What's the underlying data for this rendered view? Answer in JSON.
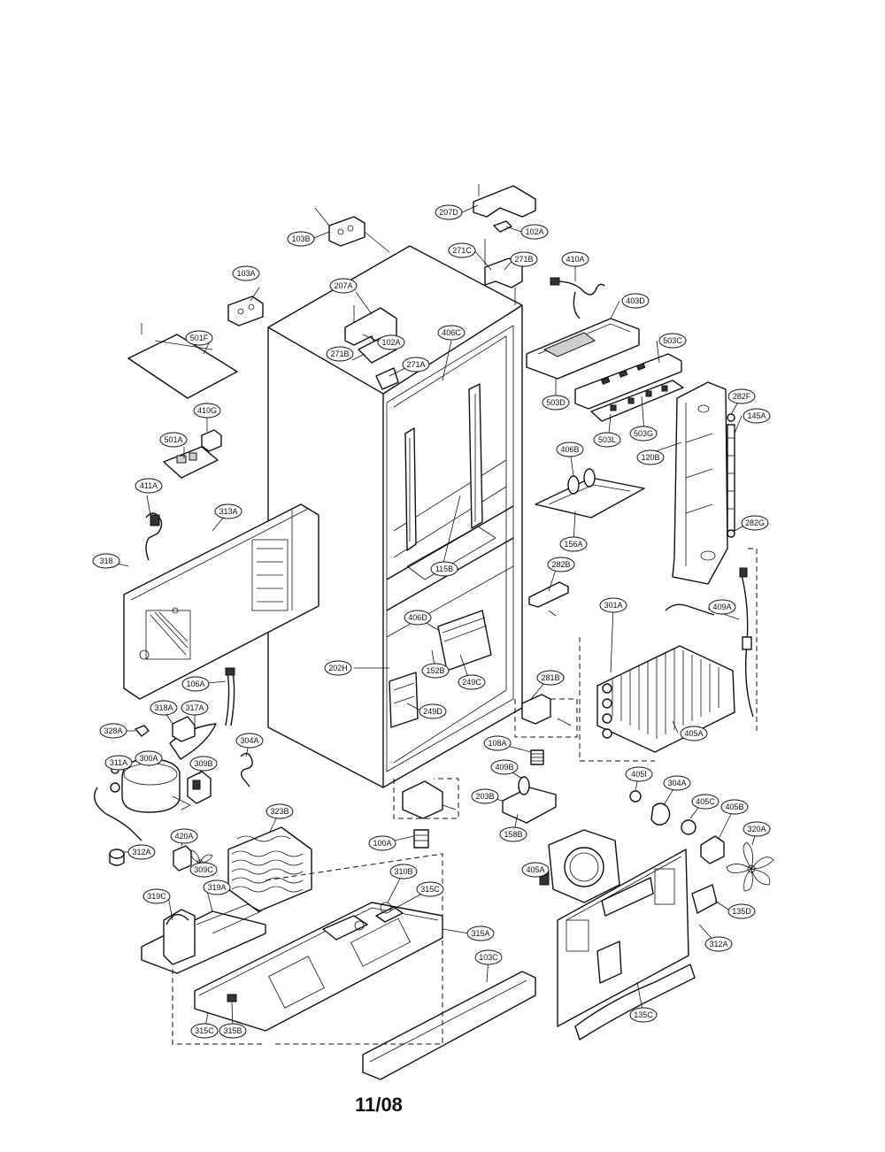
{
  "page_number": "11/08",
  "callouts": [
    {
      "id": "207D",
      "label": "207D"
    },
    {
      "id": "103B",
      "label": "103B"
    },
    {
      "id": "102A",
      "label": "102A"
    },
    {
      "id": "271C",
      "label": "271C"
    },
    {
      "id": "271B-top",
      "label": "271B"
    },
    {
      "id": "410A",
      "label": "410A"
    },
    {
      "id": "103A",
      "label": "103A"
    },
    {
      "id": "207A",
      "label": "207A"
    },
    {
      "id": "403D",
      "label": "403D"
    },
    {
      "id": "102A-b",
      "label": "102A"
    },
    {
      "id": "271B",
      "label": "271B"
    },
    {
      "id": "271A",
      "label": "271A"
    },
    {
      "id": "406C",
      "label": "406C"
    },
    {
      "id": "501F",
      "label": "501F"
    },
    {
      "id": "503C",
      "label": "503C"
    },
    {
      "id": "503D",
      "label": "503D"
    },
    {
      "id": "282F",
      "label": "282F"
    },
    {
      "id": "145A",
      "label": "145A"
    },
    {
      "id": "410G",
      "label": "410G"
    },
    {
      "id": "503L",
      "label": "503L"
    },
    {
      "id": "503G",
      "label": "503G"
    },
    {
      "id": "501A",
      "label": "501A"
    },
    {
      "id": "406B",
      "label": "406B"
    },
    {
      "id": "120B",
      "label": "120B"
    },
    {
      "id": "411A",
      "label": "411A"
    },
    {
      "id": "313A",
      "label": "313A"
    },
    {
      "id": "282G",
      "label": "282G"
    },
    {
      "id": "156A",
      "label": "156A"
    },
    {
      "id": "318",
      "label": "318"
    },
    {
      "id": "115B",
      "label": "115B"
    },
    {
      "id": "282B",
      "label": "282B"
    },
    {
      "id": "301A",
      "label": "301A"
    },
    {
      "id": "409A",
      "label": "409A"
    },
    {
      "id": "406D",
      "label": "406D"
    },
    {
      "id": "202H",
      "label": "202H"
    },
    {
      "id": "249C",
      "label": "249C"
    },
    {
      "id": "152B",
      "label": "152B"
    },
    {
      "id": "106A",
      "label": "106A"
    },
    {
      "id": "281B",
      "label": "281B"
    },
    {
      "id": "318A",
      "label": "318A"
    },
    {
      "id": "317A",
      "label": "317A"
    },
    {
      "id": "249D",
      "label": "249D"
    },
    {
      "id": "405A-upper",
      "label": "405A"
    },
    {
      "id": "328A",
      "label": "328A"
    },
    {
      "id": "304A-left",
      "label": "304A"
    },
    {
      "id": "108A",
      "label": "108A"
    },
    {
      "id": "311A",
      "label": "311A"
    },
    {
      "id": "300A",
      "label": "300A"
    },
    {
      "id": "309B",
      "label": "309B"
    },
    {
      "id": "409B",
      "label": "409B"
    },
    {
      "id": "405I",
      "label": "405I"
    },
    {
      "id": "304A",
      "label": "304A"
    },
    {
      "id": "203B",
      "label": "203B"
    },
    {
      "id": "405C",
      "label": "405C"
    },
    {
      "id": "405B",
      "label": "405B"
    },
    {
      "id": "323B",
      "label": "323B"
    },
    {
      "id": "312A-left",
      "label": "312A"
    },
    {
      "id": "158B",
      "label": "158B"
    },
    {
      "id": "320A",
      "label": "320A"
    },
    {
      "id": "420A",
      "label": "420A"
    },
    {
      "id": "100A",
      "label": "100A"
    },
    {
      "id": "309C",
      "label": "309C"
    },
    {
      "id": "310B",
      "label": "310B"
    },
    {
      "id": "315C-top",
      "label": "315C"
    },
    {
      "id": "405A",
      "label": "405A"
    },
    {
      "id": "319C",
      "label": "319C"
    },
    {
      "id": "319A",
      "label": "319A"
    },
    {
      "id": "135D",
      "label": "135D"
    },
    {
      "id": "315A",
      "label": "315A"
    },
    {
      "id": "312A",
      "label": "312A"
    },
    {
      "id": "103C",
      "label": "103C"
    },
    {
      "id": "315C",
      "label": "315C"
    },
    {
      "id": "315B",
      "label": "315B"
    },
    {
      "id": "135C",
      "label": "135C"
    }
  ]
}
